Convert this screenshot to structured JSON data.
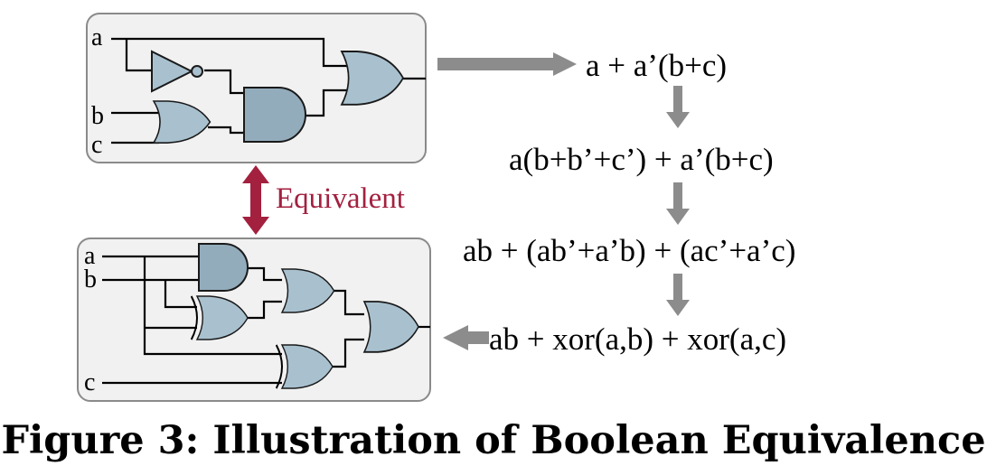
{
  "top_circuit": {
    "inputs": [
      "a",
      "b",
      "c"
    ]
  },
  "bottom_circuit": {
    "inputs": [
      "a",
      "b",
      "c"
    ]
  },
  "equivalence": {
    "label": "Equivalent",
    "color": "#a3203f"
  },
  "derivation": [
    "a + a’(b+c)",
    "a(b+b’+c’) + a’(b+c)",
    "ab + (ab’+a’b) + (ac’+a’c)",
    "ab + xor(a,b) + xor(a,c)"
  ],
  "caption": "Figure 3: Illustration of Boolean Equivalence",
  "colors": {
    "gate": "#a9c1cf",
    "arrow": "#8c8c8c",
    "panel": "#f1f1f1"
  }
}
